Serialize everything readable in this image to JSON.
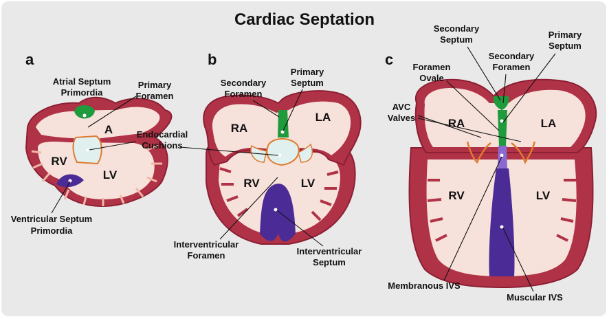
{
  "title": "Cardiac Septation",
  "panels": {
    "a": {
      "letter": "a",
      "labels": {
        "atrial_septum_line1": "Atrial Septum",
        "atrial_septum_line2": "Primordia",
        "primary_foramen_line1": "Primary",
        "primary_foramen_line2": "Foramen",
        "endocardial_line1": "Endocardial",
        "endocardial_line2": "Cushions",
        "ventricular_septum_line1": "Ventricular Septum",
        "ventricular_septum_line2": "Primordia",
        "chamber_a": "A",
        "chamber_rv": "RV",
        "chamber_lv": "LV"
      }
    },
    "b": {
      "letter": "b",
      "labels": {
        "secondary_foramen_line1": "Secondary",
        "secondary_foramen_line2": "Foramen",
        "primary_septum_line1": "Primary",
        "primary_septum_line2": "Septum",
        "interventricular_foramen_line1": "Interventricular",
        "interventricular_foramen_line2": "Foramen",
        "interventricular_septum_line1": "Interventricular",
        "interventricular_septum_line2": "Septum",
        "chamber_ra": "RA",
        "chamber_la": "LA",
        "chamber_rv": "RV",
        "chamber_lv": "LV"
      }
    },
    "c": {
      "letter": "c",
      "labels": {
        "secondary_septum_line1": "Secondary",
        "secondary_septum_line2": "Septum",
        "primary_septum_line1": "Primary",
        "primary_septum_line2": "Septum",
        "secondary_foramen_line1": "Secondary",
        "secondary_foramen_line2": "Foramen",
        "foramen_ovale_line1": "Foramen",
        "foramen_ovale_line2": "Ovale",
        "avc_valves_line1": "AVC",
        "avc_valves_line2": "Valves",
        "membranous_ivs": "Membranous IVS",
        "muscular_ivs": "Muscular IVS",
        "chamber_ra": "RA",
        "chamber_la": "LA",
        "chamber_rv": "RV",
        "chamber_lv": "LV"
      }
    }
  },
  "colors": {
    "background": "#e9e9e9",
    "myocardium": "#b03246",
    "chamber": "#f7e1db",
    "cushion": "#dff0ef",
    "cushion_outline": "#e07a2e",
    "septum_green": "#1f9a3c",
    "septum_purple": "#4b2c96"
  }
}
